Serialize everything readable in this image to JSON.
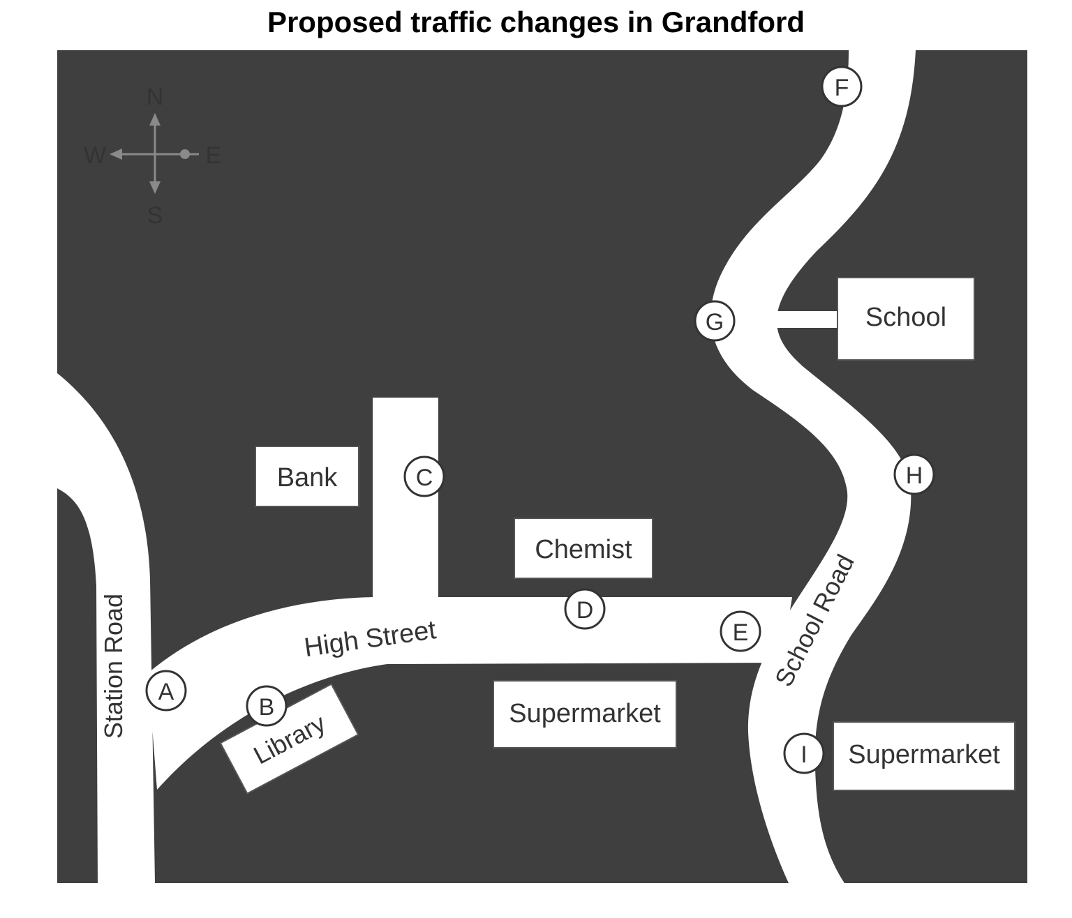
{
  "title": "Proposed traffic changes in Grandford",
  "colors": {
    "ground": "#3f3f3f",
    "road": "#ffffff",
    "building_fill": "#ffffff",
    "text": "#333333",
    "compass": "#8a8a8a"
  },
  "compass": {
    "icon": "compass-rose-icon",
    "n": "N",
    "e": "E",
    "s": "S",
    "w": "W"
  },
  "roads": {
    "station_road": "Station Road",
    "high_street": "High Street",
    "school_road": "School Road"
  },
  "buildings": {
    "bank": "Bank",
    "chemist": "Chemist",
    "library": "Library",
    "supermarket_1": "Supermarket",
    "supermarket_2": "Supermarket",
    "school": "School"
  },
  "points": {
    "a": "A",
    "b": "B",
    "c": "C",
    "d": "D",
    "e": "E",
    "f": "F",
    "g": "G",
    "h": "H",
    "i": "I"
  }
}
